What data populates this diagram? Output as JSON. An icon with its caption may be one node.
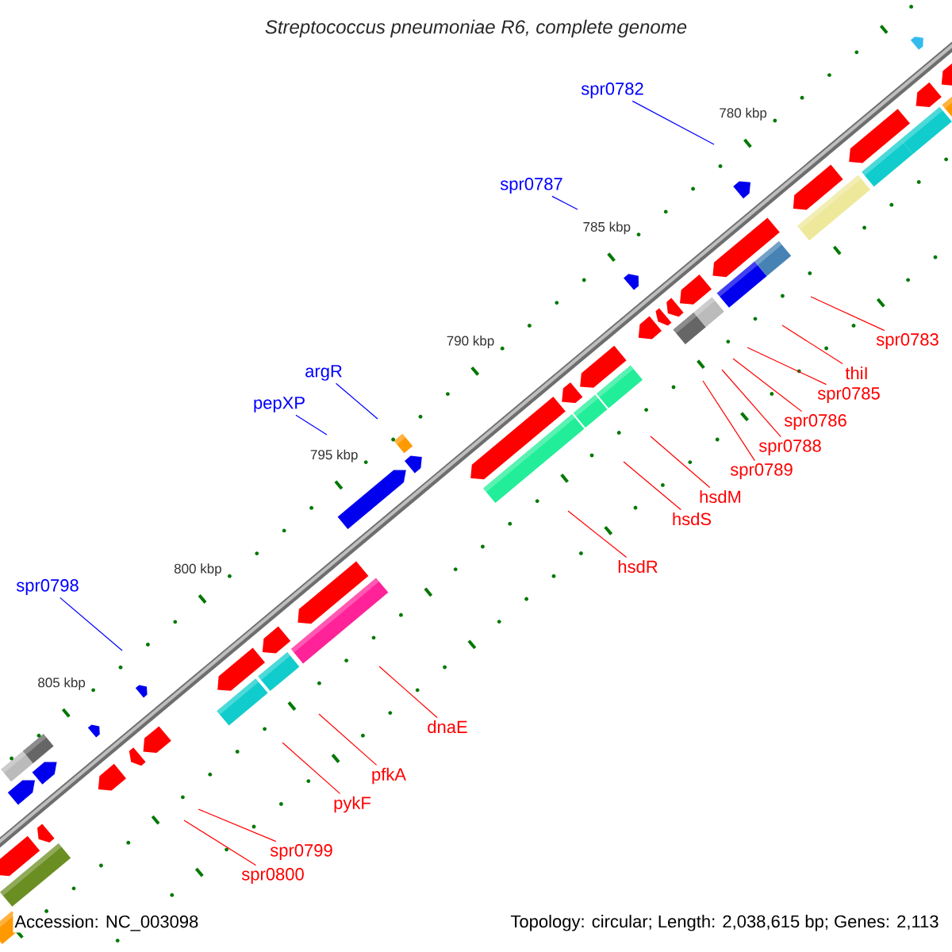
{
  "diagram": {
    "title": "Streptococcus pneumoniae R6, complete genome",
    "nodes": [
      {
        "text": [
          "spr0782"
        ]
      },
      {
        "text": [
          "spr0787"
        ]
      },
      {
        "text": [
          "argR"
        ]
      },
      {
        "text": [
          "pepXP"
        ]
      },
      {
        "text": [
          "spr0798"
        ]
      },
      {
        "text": [
          "spr0783"
        ]
      },
      {
        "text": [
          "thiI"
        ]
      },
      {
        "text": [
          "spr0785"
        ]
      },
      {
        "text": [
          "spr0786"
        ]
      },
      {
        "text": [
          "spr0788"
        ]
      },
      {
        "text": [
          "spr0789"
        ]
      },
      {
        "text": [
          "hsdM"
        ]
      },
      {
        "text": [
          "hsdS"
        ]
      },
      {
        "text": [
          "hsdR"
        ]
      },
      {
        "text": [
          "dnaE"
        ]
      },
      {
        "text": [
          "pfkA"
        ]
      },
      {
        "text": [
          "pykF"
        ]
      },
      {
        "text": [
          "spr0799"
        ]
      },
      {
        "text": [
          "spr0800"
        ]
      }
    ],
    "edges": [
      {
        "from": 0,
        "to": null,
        "arrow": "none",
        "color": "#0000ff"
      },
      {
        "from": 1,
        "to": null,
        "arrow": "none",
        "color": "#0000ff"
      },
      {
        "from": 2,
        "to": null,
        "arrow": "none",
        "color": "#0000ff"
      },
      {
        "from": 3,
        "to": null,
        "arrow": "none",
        "color": "#0000ff"
      },
      {
        "from": 4,
        "to": null,
        "arrow": "none",
        "color": "#0000ff"
      },
      {
        "from": 5,
        "to": null,
        "arrow": "none"
      },
      {
        "from": 6,
        "to": null,
        "arrow": "none"
      },
      {
        "from": 7,
        "to": null,
        "arrow": "none"
      },
      {
        "from": 8,
        "to": null,
        "arrow": "none"
      },
      {
        "from": 9,
        "to": null,
        "arrow": "none"
      },
      {
        "from": 10,
        "to": null,
        "arrow": "none"
      },
      {
        "from": 11,
        "to": null,
        "arrow": "none"
      },
      {
        "from": 12,
        "to": null,
        "arrow": "none"
      },
      {
        "from": 13,
        "to": null,
        "arrow": "none"
      },
      {
        "from": 14,
        "to": null,
        "arrow": "none"
      },
      {
        "from": 15,
        "to": null,
        "arrow": "none"
      },
      {
        "from": 16,
        "to": null,
        "arrow": "none"
      },
      {
        "from": 17,
        "to": null,
        "arrow": "none"
      },
      {
        "from": 18,
        "to": null,
        "arrow": "none"
      }
    ],
    "labels": [
      "780 kbp",
      "785 kbp",
      "790 kbp",
      "795 kbp",
      "800 kbp",
      "805 kbp",
      "Accession: NC_003098",
      "Topology: circular; Length: 2,038,615 bp; Genes: 2,113"
    ]
  }
}
